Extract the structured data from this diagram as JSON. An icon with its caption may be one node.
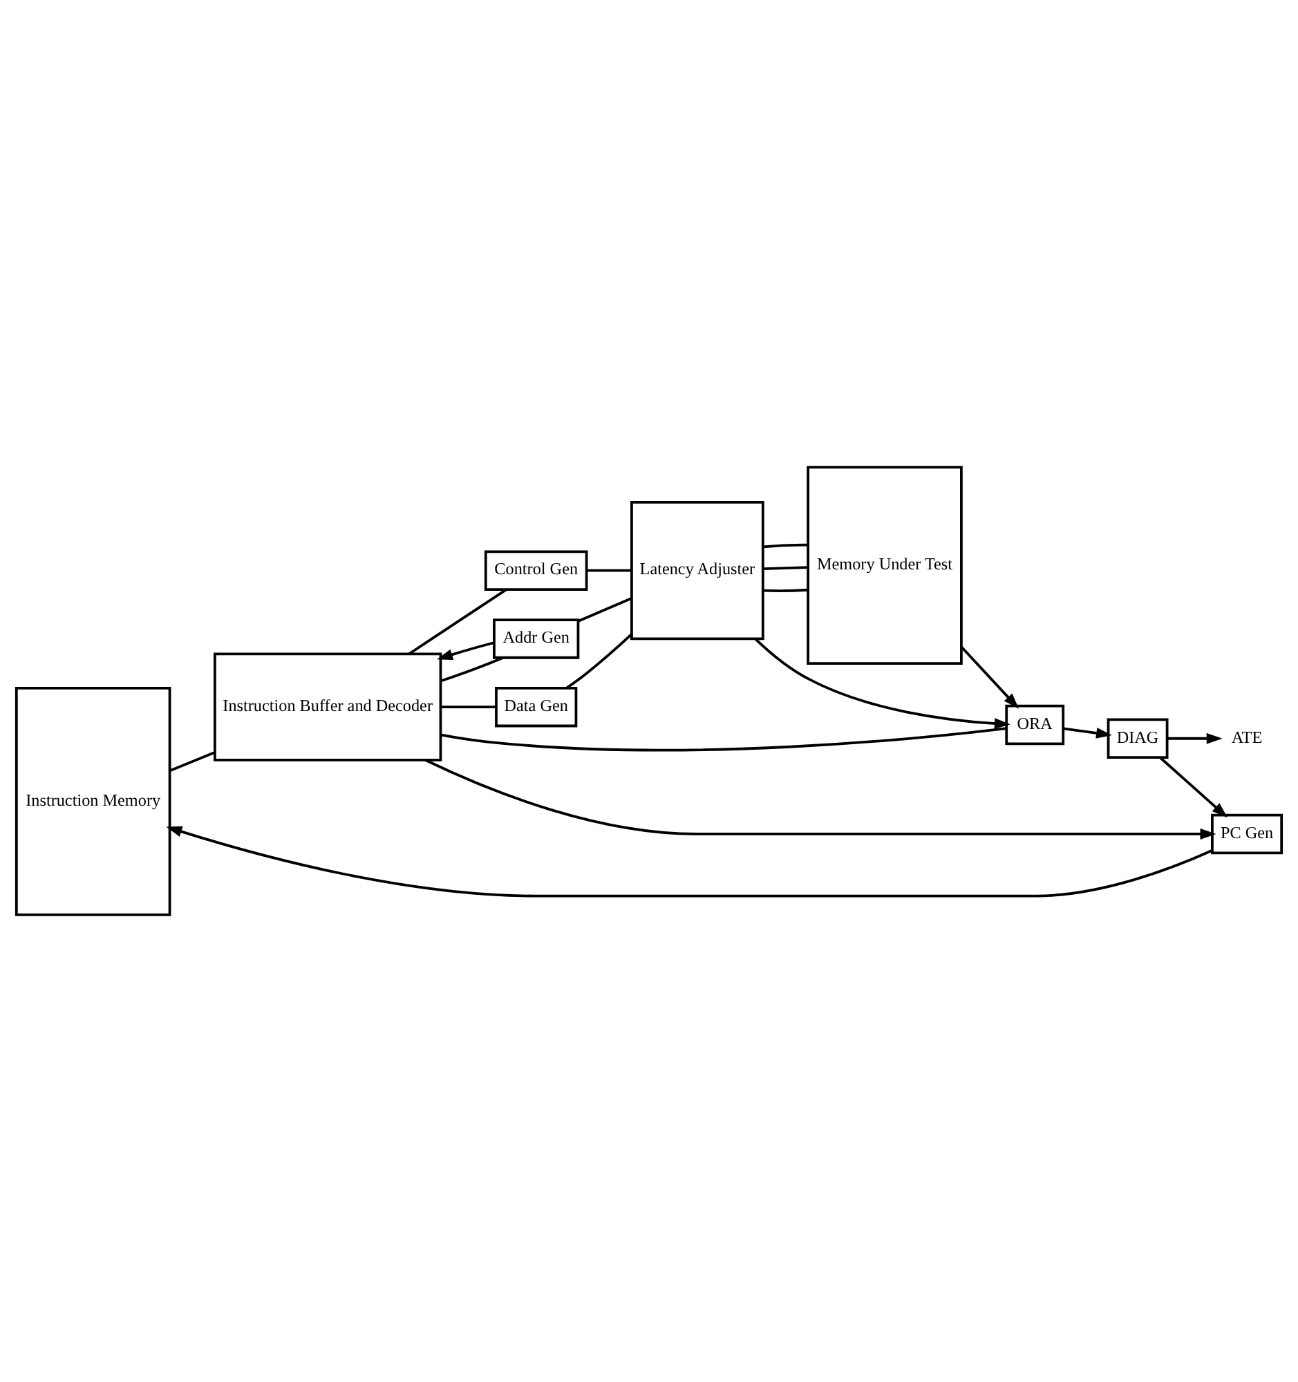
{
  "diagram": {
    "nodes": [
      {
        "text": [
          "Instruction Memory"
        ]
      },
      {
        "text": [
          "Instruction Buffer and Decoder"
        ]
      },
      {
        "text": [
          "Control Gen"
        ]
      },
      {
        "text": [
          "Addr Gen"
        ]
      },
      {
        "text": [
          "Data Gen"
        ]
      },
      {
        "text": [
          "Latency Adjuster"
        ]
      },
      {
        "text": [
          "Memory Under Test"
        ]
      },
      {
        "text": [
          "ORA"
        ]
      },
      {
        "text": [
          "PC Gen"
        ]
      },
      {
        "text": [
          "DIAG"
        ]
      },
      {
        "text": [
          "ATE"
        ]
      }
    ],
    "edges": [
      {
        "from": 0,
        "to": 1,
        "arrow": "none"
      },
      {
        "from": 1,
        "to": 2,
        "arrow": "none"
      },
      {
        "from": 1,
        "to": 3,
        "arrow": "none"
      },
      {
        "from": 1,
        "to": 4,
        "arrow": "none"
      },
      {
        "from": 1,
        "to": 7,
        "arrow": "none"
      },
      {
        "from": 3,
        "to": 1,
        "arrow": "to"
      },
      {
        "from": 1,
        "to": 8,
        "arrow": "to"
      },
      {
        "from": 2,
        "to": 5,
        "arrow": "none"
      },
      {
        "from": 3,
        "to": 5,
        "arrow": "none"
      },
      {
        "from": 4,
        "to": 5,
        "arrow": "none"
      },
      {
        "from": 5,
        "to": 6,
        "arrow": "none"
      },
      {
        "from": 5,
        "to": 6,
        "arrow": "none"
      },
      {
        "from": 5,
        "to": 6,
        "arrow": "none"
      },
      {
        "from": 5,
        "to": 7,
        "arrow": "to"
      },
      {
        "from": 6,
        "to": 7,
        "arrow": "to"
      },
      {
        "from": 7,
        "to": 9,
        "arrow": "to"
      },
      {
        "from": 9,
        "to": 8,
        "arrow": "to"
      },
      {
        "from": 8,
        "to": 0,
        "arrow": "to"
      },
      {
        "from": 9,
        "to": 10,
        "arrow": "to"
      }
    ]
  }
}
